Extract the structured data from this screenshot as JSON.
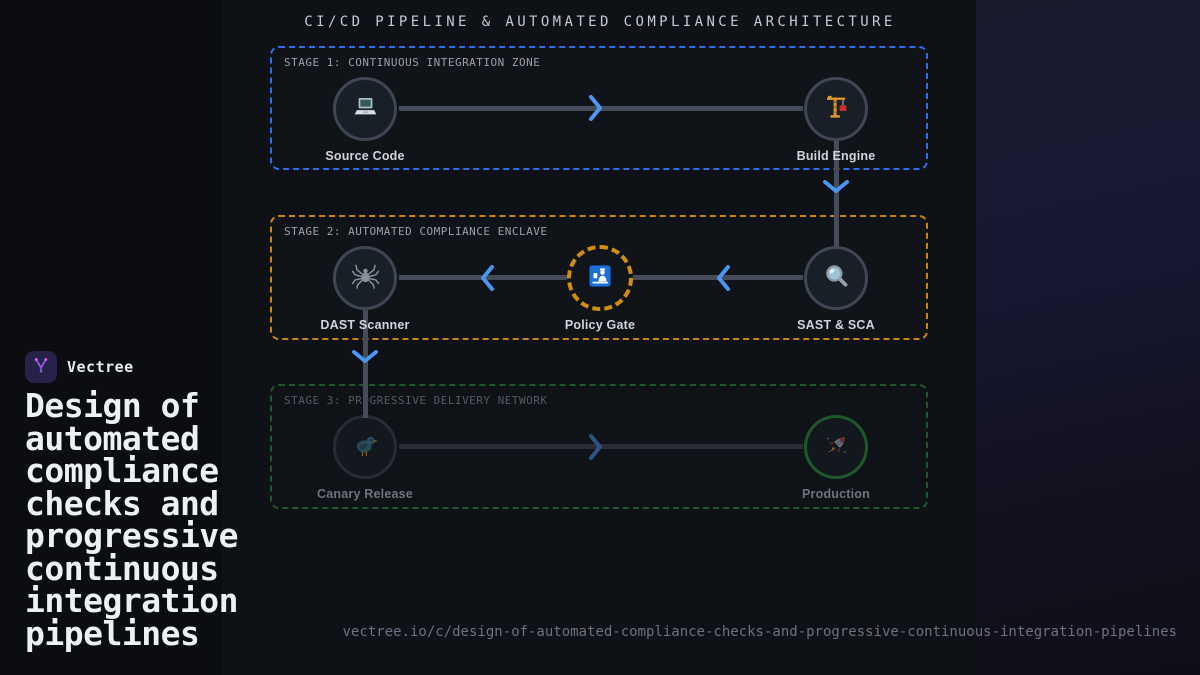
{
  "page": {
    "title": "CI/CD PIPELINE & AUTOMATED COMPLIANCE ARCHITECTURE",
    "footer_url": "vectree.io/c/design-of-automated-compliance-checks-and-progressive-continuous-integration-pipelines"
  },
  "brand": {
    "name": "Vectree",
    "logo_icon": "vectree-branch-icon",
    "headline_lines": [
      "Design of",
      "automated",
      "compliance",
      "checks and",
      "progressive",
      "continuous",
      "integration",
      "pipelines"
    ]
  },
  "stages": [
    {
      "label": "STAGE 1: CONTINUOUS INTEGRATION ZONE",
      "border_color": "#2f6feb",
      "nodes": [
        {
          "label": "Source Code",
          "icon": "laptop-icon"
        },
        {
          "label": "Build Engine",
          "icon": "construction-crane-icon"
        }
      ]
    },
    {
      "label": "STAGE 2: AUTOMATED COMPLIANCE ENCLAVE",
      "border_color": "#c8880d",
      "nodes": [
        {
          "label": "DAST Scanner",
          "icon": "spider-icon"
        },
        {
          "label": "Policy Gate",
          "icon": "passport-control-icon",
          "highlight": "dashed-amber-ring"
        },
        {
          "label": "SAST & SCA",
          "icon": "magnifying-glass-icon"
        }
      ]
    },
    {
      "label": "STAGE 3: PROGRESSIVE DELIVERY NETWORK",
      "border_color": "#2ea043",
      "dimmed": true,
      "nodes": [
        {
          "label": "Canary Release",
          "icon": "bird-icon"
        },
        {
          "label": "Production",
          "icon": "rocket-icon",
          "highlight": "solid-green-ring"
        }
      ]
    }
  ],
  "flow_arrows": [
    {
      "from": "Source Code",
      "to": "Build Engine",
      "direction": "right"
    },
    {
      "from": "Build Engine",
      "to": "SAST & SCA",
      "direction": "down"
    },
    {
      "from": "SAST & SCA",
      "to": "Policy Gate",
      "direction": "left"
    },
    {
      "from": "Policy Gate",
      "to": "DAST Scanner",
      "direction": "left"
    },
    {
      "from": "DAST Scanner",
      "to": "Canary Release",
      "direction": "down"
    },
    {
      "from": "Canary Release",
      "to": "Production",
      "direction": "right"
    }
  ],
  "colors": {
    "background": "#0e1116",
    "right_panel_top": "#181b2c",
    "right_panel_bottom": "#0f0e17",
    "stage1_border": "#2f6feb",
    "stage2_border": "#c8880d",
    "stage3_border": "#2ea043",
    "connector": "#454c57",
    "arrow_blue": "#4b96f0",
    "policy_ring_amber": "#cf8e0f",
    "title_text": "#c3cad2",
    "stage_label_text": "#9ba1a9",
    "node_label_text": "#ced5dc",
    "headline_text": "#eef1f4",
    "footer_text": "#6b7280",
    "logo_bg": "#26224a",
    "logo_accent": "#c26ff0"
  }
}
